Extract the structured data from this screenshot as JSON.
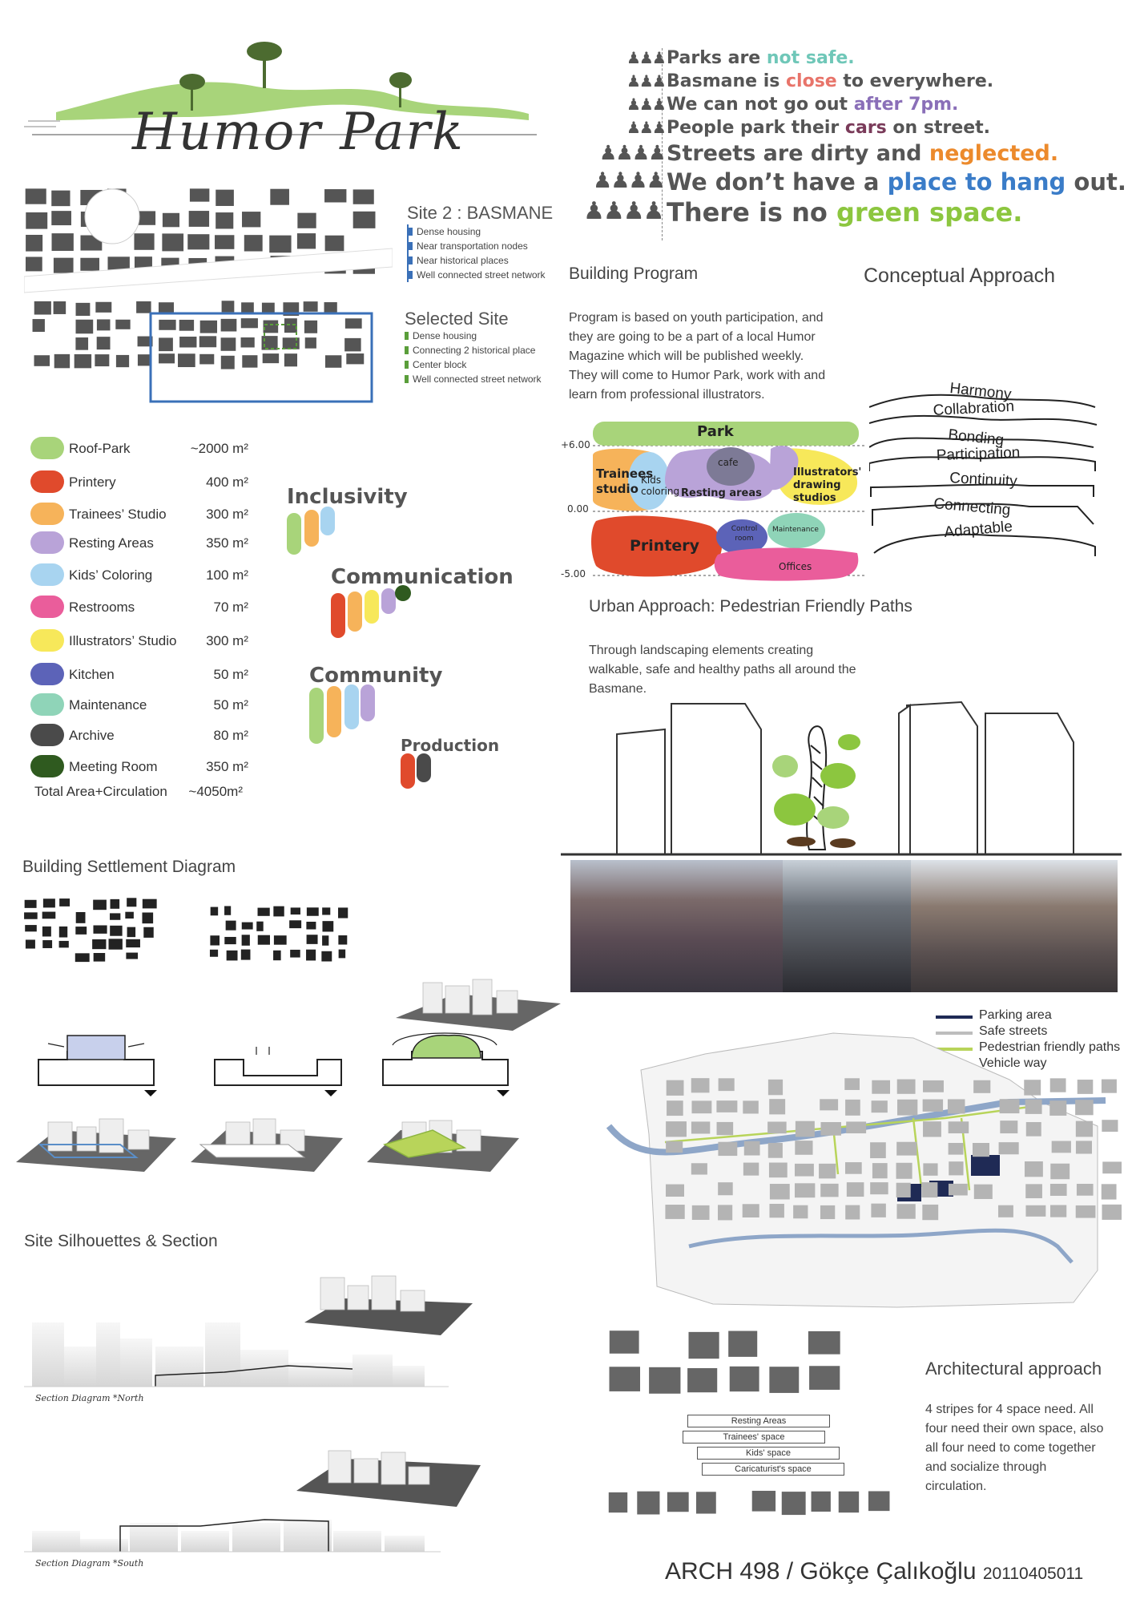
{
  "title": "Humor Park",
  "site": {
    "heading": "Site 2 : BASMANE",
    "bullets": [
      "Dense housing",
      "Near transportation nodes",
      "Near historical places",
      "Well connected street network"
    ]
  },
  "selected_site": {
    "heading": "Selected Site",
    "bullets": [
      "Dense housing",
      "Connecting 2 historical place",
      "Center block",
      "Well connected street network"
    ]
  },
  "quotes": [
    {
      "pre": "Parks are ",
      "hi": "not safe.",
      "post": "",
      "color": "#6fc7b8",
      "size": 22
    },
    {
      "pre": "Basmane is ",
      "hi": "close",
      "post": " to everywhere.",
      "color": "#e8746a",
      "size": 22
    },
    {
      "pre": "We can not go out ",
      "hi": "after 7pm.",
      "post": "",
      "color": "#8a6fb8",
      "size": 22
    },
    {
      "pre": "People park their ",
      "hi": "cars",
      "post": " on street.",
      "color": "#7a3b5a",
      "size": 22
    },
    {
      "pre": "Streets are dirty and ",
      "hi": "neglected.",
      "post": "",
      "color": "#ec8a2c",
      "size": 27
    },
    {
      "pre": "We don’t have a ",
      "hi": "place to hang",
      "post": " out.",
      "color": "#3a7cc8",
      "size": 29
    },
    {
      "pre": "There is no ",
      "hi": "green space.",
      "post": "",
      "color": "#8cc63f",
      "size": 32
    }
  ],
  "program": {
    "items": [
      {
        "name": "Roof-Park",
        "area": "~2000 m²",
        "color": "#a8d47a"
      },
      {
        "name": "Printery",
        "area": "400 m²",
        "color": "#e04a2c"
      },
      {
        "name": "Trainees’ Studio",
        "area": "300 m²",
        "color": "#f6b35a"
      },
      {
        "name": "Resting Areas",
        "area": "350 m²",
        "color": "#b9a3d8"
      },
      {
        "name": "Kids’ Coloring",
        "area": "100 m²",
        "color": "#a8d4f0"
      },
      {
        "name": "Restrooms",
        "area": "70 m²",
        "color": "#ea5d9b"
      },
      {
        "name": "Illustrators’ Studio",
        "area": "300 m²",
        "color": "#f7e85a"
      },
      {
        "name": "Kitchen",
        "area": "50 m²",
        "color": "#5c63b8"
      },
      {
        "name": "Maintenance",
        "area": "50 m²",
        "color": "#8fd4b8"
      },
      {
        "name": "Archive",
        "area": "80 m²",
        "color": "#4a4a4a"
      },
      {
        "name": "Meeting Room",
        "area": "350 m²",
        "color": "#2f5a1f"
      }
    ],
    "total_label": "Total Area+Circulation",
    "total_area": "~4050m²"
  },
  "concepts": {
    "inclusivity": "Inclusivity",
    "communication": "Communication",
    "community": "Community",
    "production": "Production"
  },
  "building_program": {
    "heading": "Building Program",
    "text": "Program is based on youth participation, and they are going to be a part of a local Humor Magazine which will be published weekly. They will come to Humor Park, work with and learn from professional illustrators.",
    "levels": [
      "+6.00",
      "0.00",
      "-5.00"
    ],
    "bubbles": {
      "park": "Park",
      "cafe": "cafe",
      "trainees": "Trainees studio",
      "kids": "Kids coloring",
      "resting": "Resting areas",
      "illustrators": "Illustrators' drawing studios",
      "printery": "Printery",
      "control": "Control room",
      "maintenance": "Maintenance",
      "offices": "Offices"
    }
  },
  "conceptual": {
    "heading": "Conceptual Approach",
    "words": [
      "Harmony",
      "Collabration",
      "Bonding",
      "Participation",
      "Continuity",
      "Connecting",
      "Adaptable"
    ]
  },
  "urban": {
    "heading": "Urban Approach: Pedestrian Friendly Paths",
    "text": "Through landscaping elements creating walkable, safe and healthy paths all around the Basmane."
  },
  "settlement_heading": "Building Settlement Diagram",
  "silhouettes": {
    "heading": "Site Silhouettes & Section",
    "north_label": "Section Diagram *North",
    "south_label": "Section Diagram *South"
  },
  "map_legend": [
    {
      "label": "Parking area",
      "color": "#1f2a55"
    },
    {
      "label": "Safe streets",
      "color": "#bdbdbd"
    },
    {
      "label": "Pedestrian friendly paths",
      "color": "#b8d45a"
    },
    {
      "label": "Vehicle way",
      "color": "#8ea6c8"
    }
  ],
  "architectural": {
    "heading": "Architectural approach",
    "text": "4 stripes for 4 space need. All four need their own space, also all four need to come together and socialize through circulation.",
    "stripes": [
      "Resting Areas",
      "Trainees' space",
      "Kids' space",
      "Caricaturist's space"
    ]
  },
  "footer": {
    "course": "ARCH 498 / Gökçe Çalıkoğlu",
    "id": "20110405011"
  }
}
